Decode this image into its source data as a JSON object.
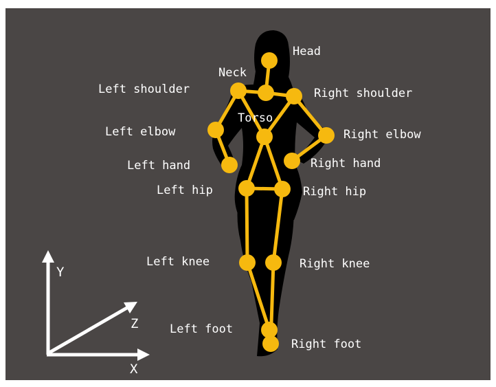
{
  "colors": {
    "background": "#4a4645",
    "silhouette": "#000000",
    "skeleton": "#f6b90f",
    "text": "#ffffff"
  },
  "joints": {
    "head": "Head",
    "neck": "Neck",
    "left_shoulder": "Left shoulder",
    "right_shoulder": "Right shoulder",
    "torso": "Torso",
    "left_elbow": "Left elbow",
    "right_elbow": "Right elbow",
    "left_hand": "Left hand",
    "right_hand": "Right hand",
    "left_hip": "Left hip",
    "right_hip": "Right hip",
    "left_knee": "Left knee",
    "right_knee": "Right knee",
    "left_foot": "Left foot",
    "right_foot": "Right foot"
  },
  "axes": {
    "x": "X",
    "y": "Y",
    "z": "Z"
  }
}
